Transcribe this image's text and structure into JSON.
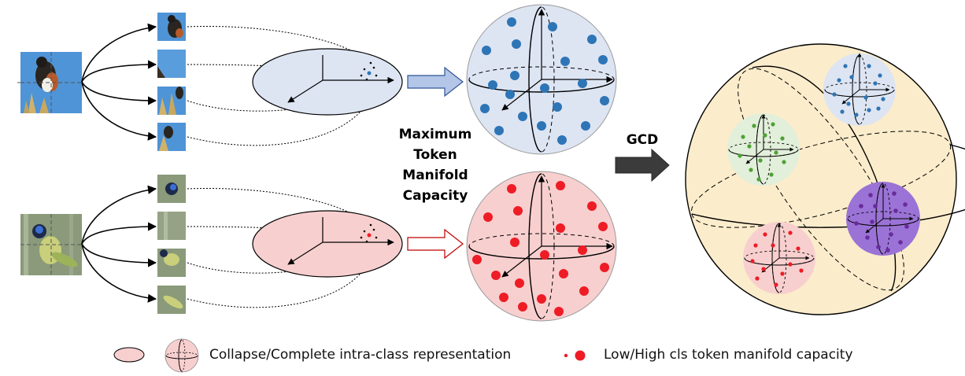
{
  "center_label": [
    "Maximum",
    "Token",
    "Manifold",
    "Capacity"
  ],
  "gcd_label": "GCD",
  "legend": {
    "representation_text": "Collapse/Complete intra-class representation",
    "capacity_text": "Low/High cls token manifold capacity"
  },
  "colors": {
    "blue_fill": "#dde5f3",
    "blue_dot": "#2e75b6",
    "red_fill": "#f8cfcf",
    "red_dot": "#ee1c25",
    "yellow_fill": "#fbeccb",
    "green_fill": "#e2efda",
    "green_dot": "#4ca234",
    "purple_fill": "#9b73d6",
    "purple_dot": "#6a2b9c",
    "arrow_gray": "#3b3b3b",
    "sky": "#4f94d6",
    "grass": "#8a9a7a"
  },
  "icons": [
    "bird-photo-blue-sky",
    "bird-photo-green-jay",
    "crop-thumbnail"
  ]
}
